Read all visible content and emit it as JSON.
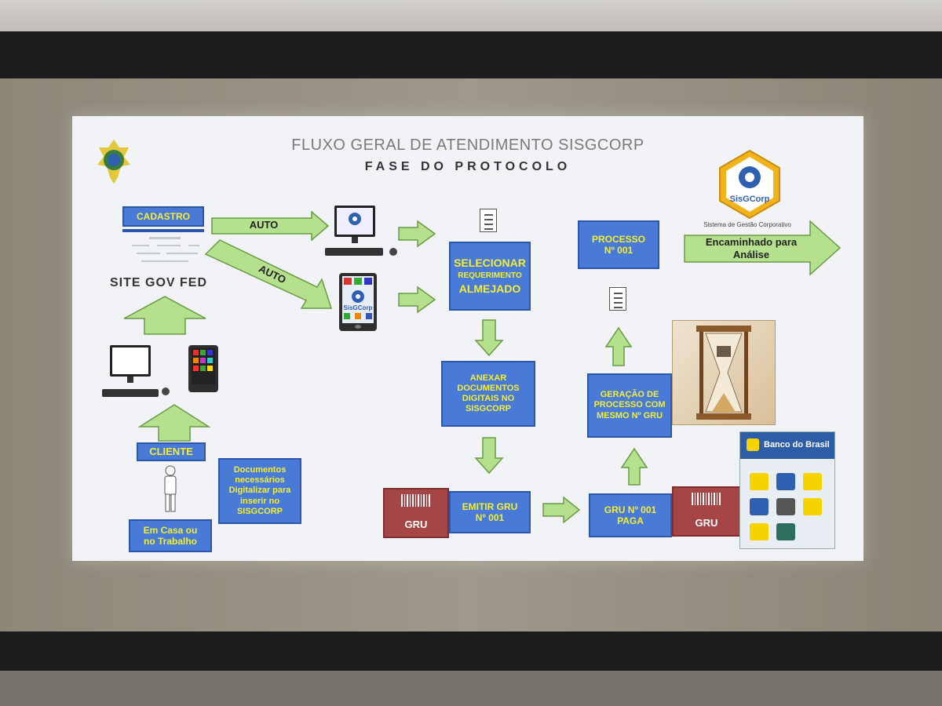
{
  "slide": {
    "title": "FLUXO GERAL DE ATENDIMENTO SISGCORP",
    "subtitle": "FASE DO PROTOCOLO"
  },
  "labels": {
    "cadastro": "CADASTRO",
    "auto1": "AUTO",
    "auto2": "AUTO",
    "site": "SITE GOV FED",
    "cliente": "CLIENTE",
    "em_casa": "Em Casa ou no Trabalho",
    "documentos": "Documentos necessários Digitalizar para inserir no SISGCORP",
    "selecionar_line1": "SELECIONAR",
    "selecionar_line2": "REQUERIMENTO",
    "selecionar_line3": "ALMEJADO",
    "anexar": "ANEXAR DOCUMENTOS DIGITAIS NO SISGCORP",
    "gru_left": "GRU",
    "emitir": "EMITIR GRU Nº 001",
    "gru_paga": "GRU Nº 001 PAGA",
    "gru_right": "GRU",
    "geracao": "GERAÇÃO DE PROCESSO COM MESMO Nº GRU",
    "processo": "PROCESSO Nº 001",
    "encaminhado": "Encaminhado para Análise",
    "logo_text": "SisGCorp",
    "logo_caption": "Sistema de Gestão Corporativo",
    "phone_logo": "SisGCorp",
    "bank_app": "Banco do Brasil"
  },
  "colors": {
    "box_blue": "#4a7ad8",
    "box_text_yellow": "#f3ef30",
    "arrow_green": "#b5e08e",
    "gru_red": "#a64545",
    "logo_orange": "#f2b21a"
  }
}
